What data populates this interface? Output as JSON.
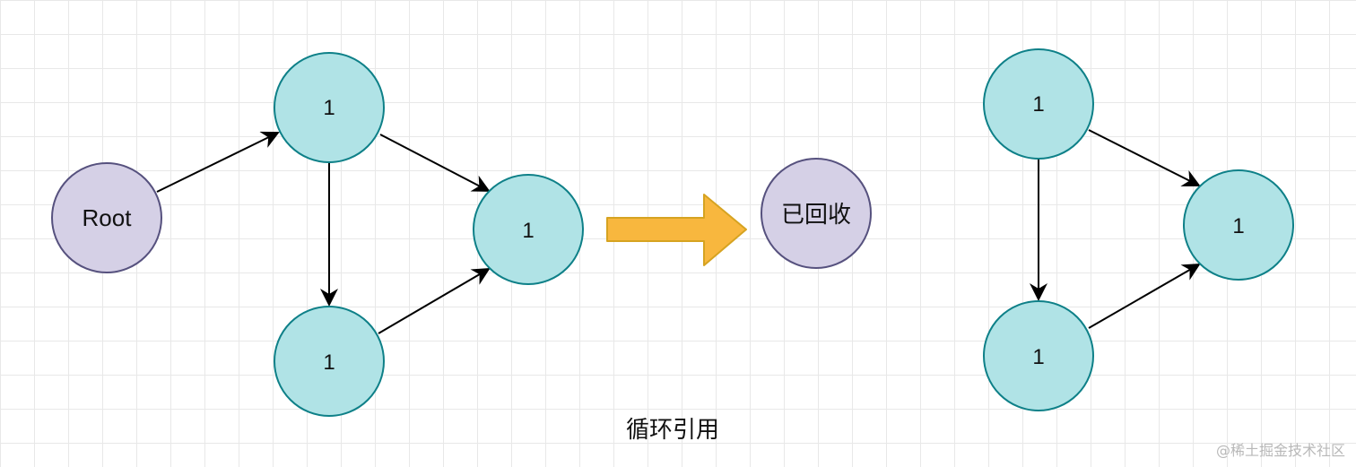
{
  "labels": {
    "root": "Root",
    "ref_count": "1",
    "collected": "已回收",
    "caption": "循环引用"
  },
  "watermark": "@稀土掘金技术社区",
  "colors": {
    "root_fill": "#d5d0e6",
    "root_stroke": "#56517e",
    "node_fill": "#b0e3e6",
    "node_stroke": "#0e8088",
    "edge": "#000000",
    "arrow_fill": "#f8b73e",
    "arrow_stroke": "#d6a321",
    "grid": "#e8e8e8"
  }
}
